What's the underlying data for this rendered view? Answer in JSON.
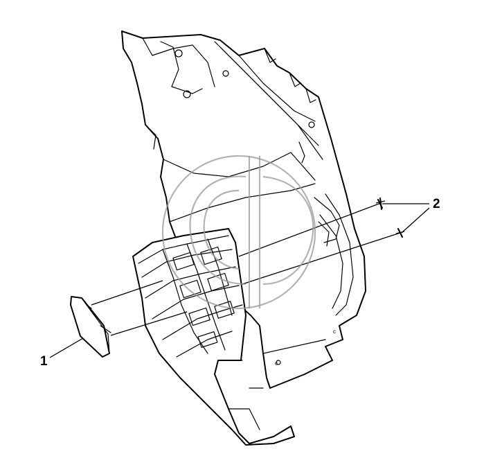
{
  "callouts": {
    "part_1": "1",
    "part_2": "2"
  },
  "part_marks": {
    "c_upper": "c",
    "c_lower": "c"
  },
  "watermark": {
    "name": "logo-watermark",
    "color": "#9a9a9a"
  }
}
